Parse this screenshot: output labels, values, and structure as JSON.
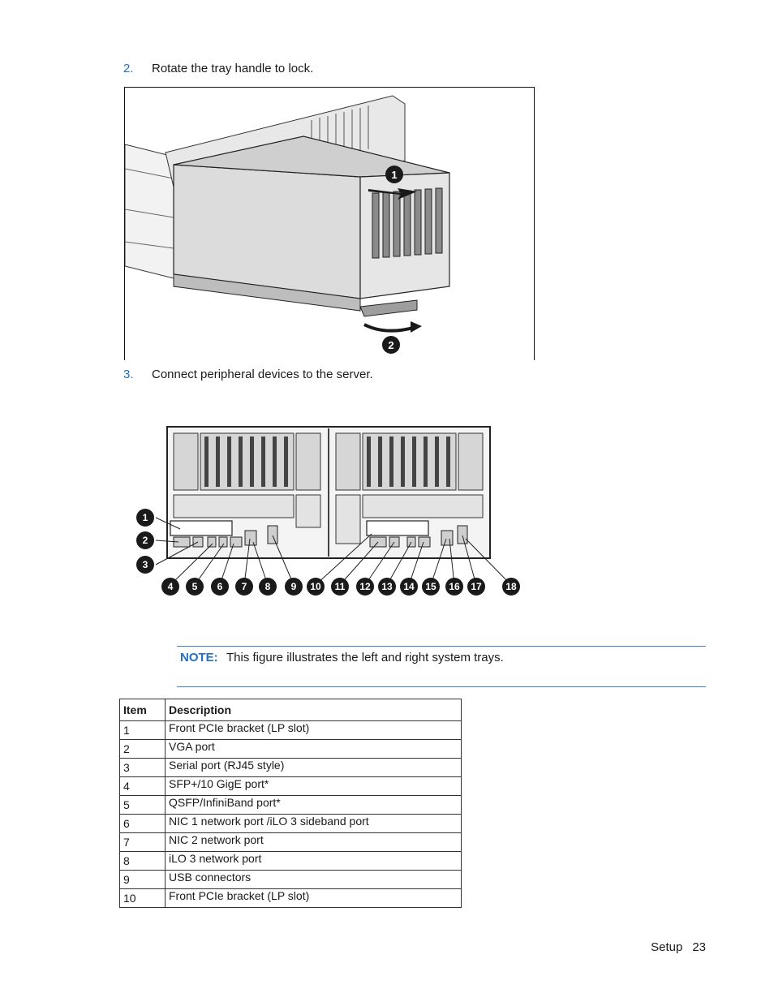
{
  "steps": [
    {
      "number": "2.",
      "text": "Rotate the tray handle to lock."
    },
    {
      "number": "3.",
      "text": "Connect peripheral devices to the server."
    }
  ],
  "figure1": {
    "callouts": [
      "1",
      "2"
    ]
  },
  "figure2": {
    "callouts": [
      "1",
      "2",
      "3",
      "4",
      "5",
      "6",
      "7",
      "8",
      "9",
      "10",
      "11",
      "12",
      "13",
      "14",
      "15",
      "16",
      "17",
      "18"
    ]
  },
  "note": {
    "label": "NOTE:",
    "text": "This figure illustrates the left and right system trays."
  },
  "table": {
    "headers": [
      "Item",
      "Description"
    ],
    "rows": [
      [
        "1",
        "Front PCIe bracket (LP slot)"
      ],
      [
        "2",
        "VGA port"
      ],
      [
        "3",
        "Serial port (RJ45 style)"
      ],
      [
        "4",
        "SFP+/10 GigE port*"
      ],
      [
        "5",
        "QSFP/InfiniBand port*"
      ],
      [
        "6",
        "NIC 1 network port /iLO 3 sideband port"
      ],
      [
        "7",
        "NIC 2 network port"
      ],
      [
        "8",
        "iLO 3 network port"
      ],
      [
        "9",
        "USB connectors"
      ],
      [
        "10",
        "Front PCIe bracket (LP slot)"
      ]
    ]
  },
  "footer": {
    "section": "Setup",
    "page": "23"
  },
  "colors": {
    "accent": "#1f6fc5",
    "rule": "#3b7fd1"
  }
}
